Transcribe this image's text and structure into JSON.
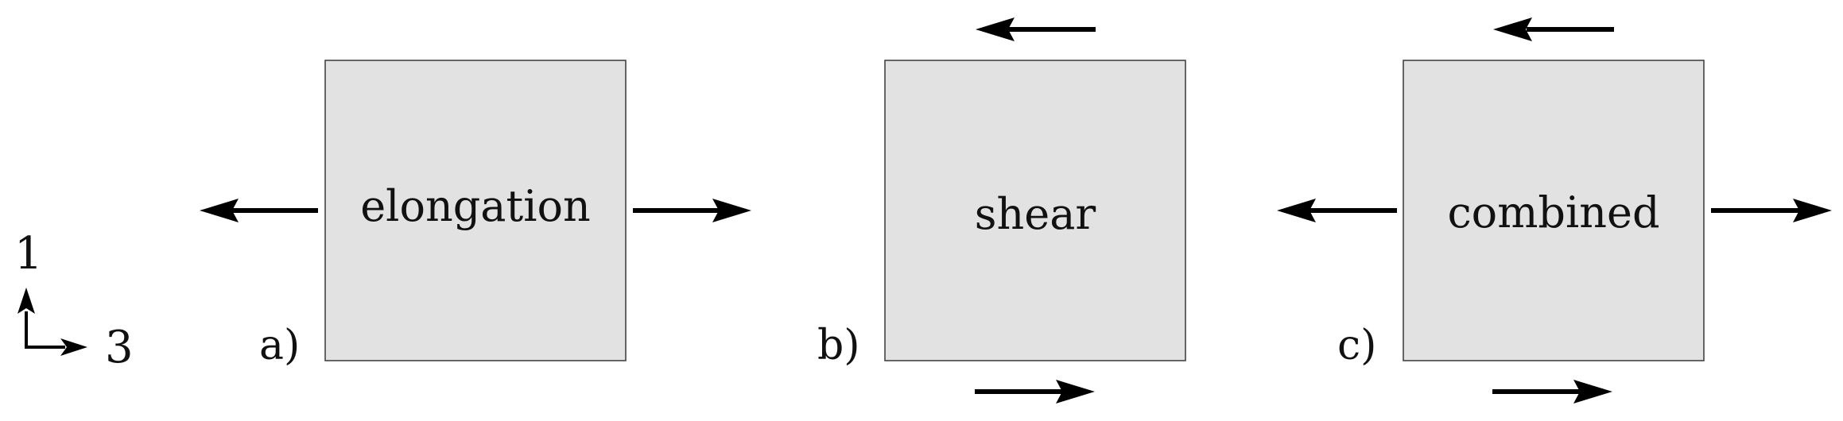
{
  "axes": {
    "vertical_label": "1",
    "horizontal_label": "3"
  },
  "panels": [
    {
      "tag": "a)",
      "box_label": "elongation",
      "load": "elongation"
    },
    {
      "tag": "b)",
      "box_label": "shear",
      "load": "shear"
    },
    {
      "tag": "c)",
      "box_label": "combined",
      "load": "combined"
    }
  ],
  "colors": {
    "box_fill": "#e2e2e2",
    "box_stroke": "#444444",
    "arrow": "#000000",
    "text": "#111111"
  }
}
